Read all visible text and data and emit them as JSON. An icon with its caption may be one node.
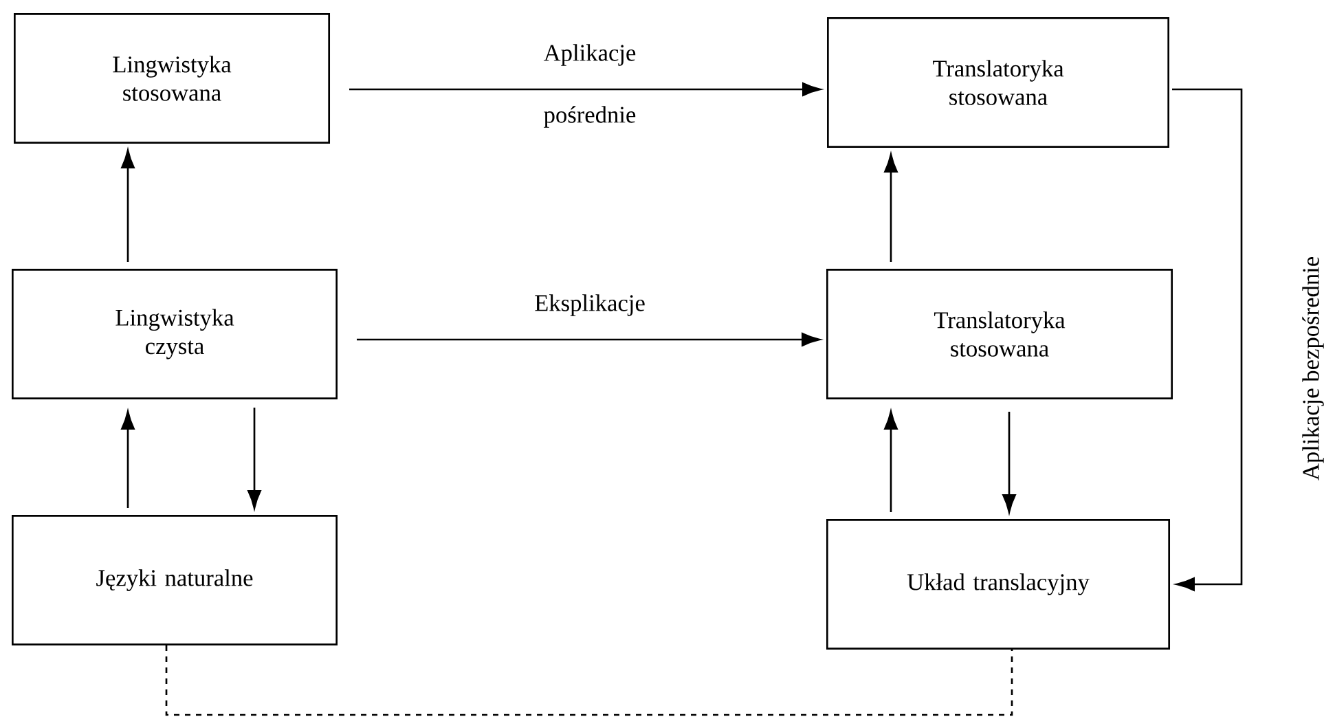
{
  "diagram": {
    "nodes": [
      {
        "text": [
          "Lingwistyka stosowana"
        ]
      },
      {
        "text": [
          "Translatoryka stosowana"
        ]
      },
      {
        "text": [
          "Lingwistyka czysta"
        ]
      },
      {
        "text": [
          "Translatoryka stosowana"
        ]
      },
      {
        "text": [
          "Języki naturalne"
        ]
      },
      {
        "text": [
          "Układ translacyjny"
        ]
      }
    ],
    "edges": [
      {
        "from": 2,
        "to": 0,
        "arrow": "to"
      },
      {
        "from": 0,
        "to": 1,
        "arrow": "to",
        "label": "Aplikacje"
      },
      {
        "from": 2,
        "to": 3,
        "arrow": "to",
        "label": "Eksplikacje"
      },
      {
        "from": 3,
        "to": 1,
        "arrow": "to"
      },
      {
        "from": 4,
        "to": 2,
        "arrow": "to"
      },
      {
        "from": 2,
        "to": 4,
        "arrow": "to"
      },
      {
        "from": 5,
        "to": 3,
        "arrow": "to"
      },
      {
        "from": 3,
        "to": 5,
        "arrow": "to"
      },
      {
        "from": 1,
        "to": 5,
        "arrow": "to",
        "label": "Aplikacje bezpośrednie"
      },
      {
        "from": 4,
        "to": 5,
        "arrow": "none",
        "style": "dashed"
      }
    ],
    "labels": [
      "pośrednie"
    ]
  }
}
